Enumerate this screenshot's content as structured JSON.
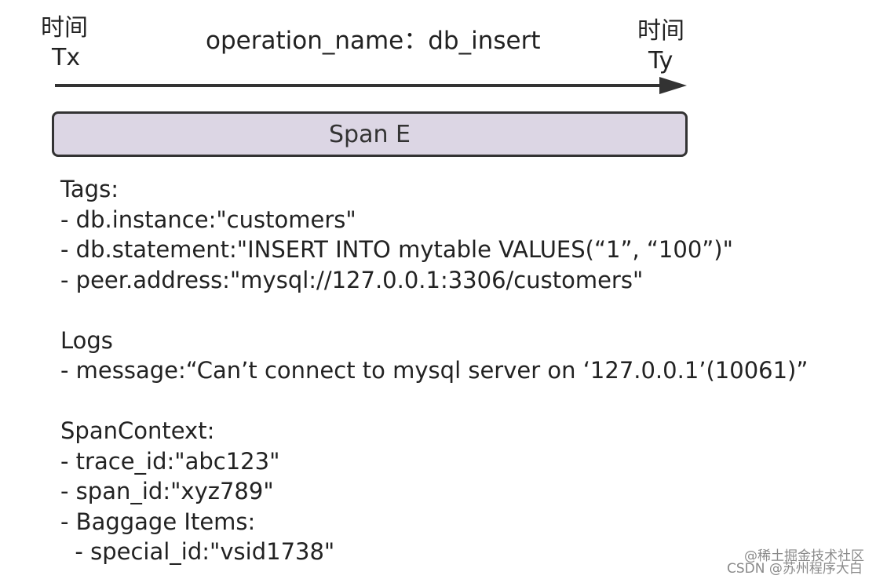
{
  "timeline": {
    "start_line1": "时间",
    "start_line2": "Tx",
    "end_line1": "时间",
    "end_line2": "Ty",
    "operation_name": "operation_name：db_insert"
  },
  "span": {
    "label": "Span E"
  },
  "tags": {
    "heading": "Tags:",
    "items": [
      "- db.instance:\"customers\"",
      "- db.statement:\"INSERT INTO mytable VALUES(“1”, “100”)\"",
      "- peer.address:\"mysql://127.0.0.1:3306/customers\""
    ]
  },
  "logs": {
    "heading": "Logs",
    "items": [
      "- message:“Can’t connect to mysql server on ‘127.0.0.1’(10061)”"
    ]
  },
  "span_context": {
    "heading": "SpanContext:",
    "items": [
      "- trace_id:\"abc123\"",
      "- span_id:\"xyz789\"",
      "- Baggage Items:",
      "  - special_id:\"vsid1738\""
    ]
  },
  "watermark": {
    "line1": "@稀土掘金技术社区",
    "line2": "CSDN @苏州程序大白"
  }
}
